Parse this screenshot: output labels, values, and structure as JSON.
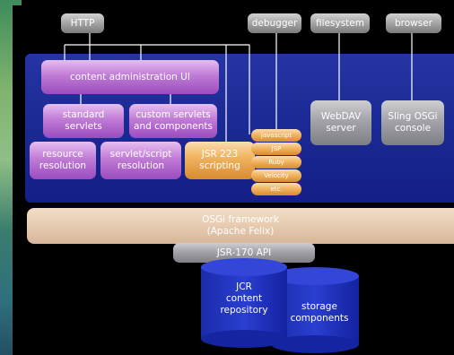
{
  "top_tabs": {
    "http": "HTTP",
    "debugger": "debugger",
    "filesystem": "filesystem",
    "browser": "browser"
  },
  "boxes": {
    "content_admin_ui": "content administration UI",
    "standard_servlets": [
      "standard",
      "servlets"
    ],
    "custom_servlets": [
      "custom servlets",
      "and components"
    ],
    "resource_resolution": [
      "resource",
      "resolution"
    ],
    "servlet_script_resolution": [
      "servlet/script",
      "resolution"
    ],
    "jsr223_scripting": [
      "JSR 223",
      "scripting"
    ],
    "webdav_server": [
      "WebDAV",
      "server"
    ],
    "sling_osgi_console": [
      "Sling OSGi",
      "console"
    ],
    "osgi_framework": [
      "OSGi framework",
      "(Apache Felix)"
    ],
    "jsr170_api": "JSR-170 API"
  },
  "languages": [
    "javascript",
    "JSP",
    "Ruby",
    "Velocity",
    "etc."
  ],
  "cylinders": {
    "jcr": [
      "JCR",
      "content",
      "repository"
    ],
    "storage": [
      "storage",
      "components"
    ]
  }
}
